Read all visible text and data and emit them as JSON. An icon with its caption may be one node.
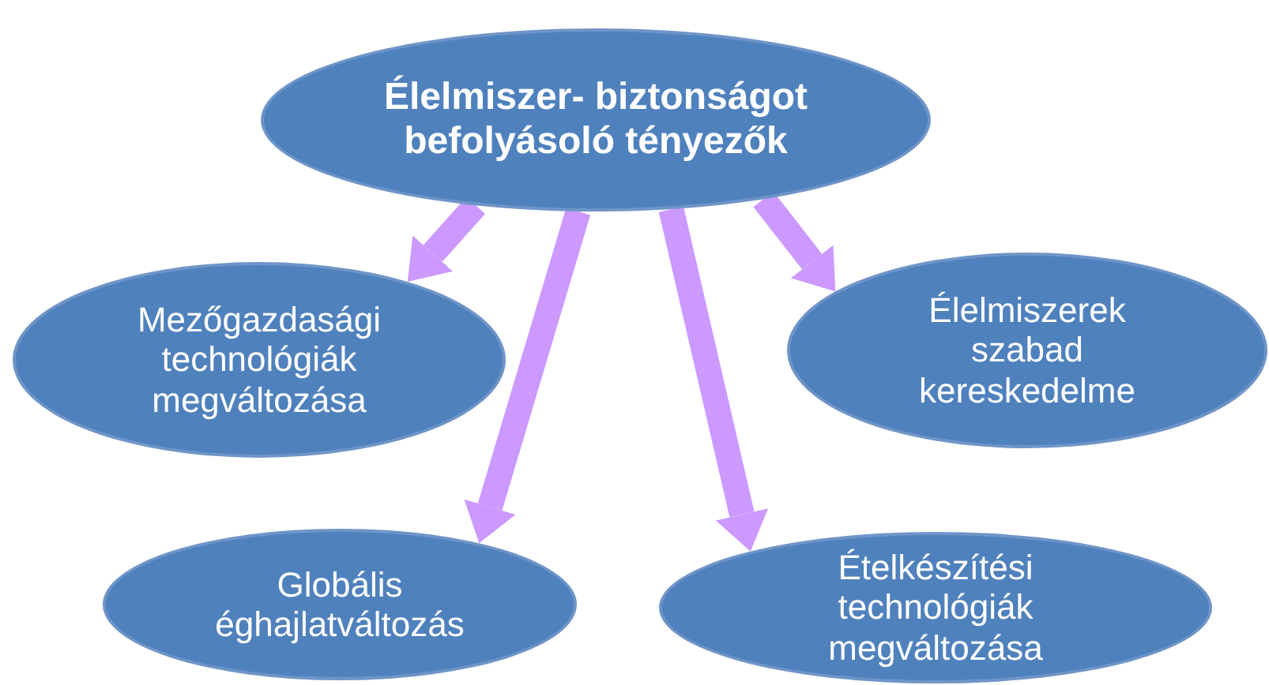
{
  "diagram": {
    "nodes": [
      {
        "text": [
          "Élelmiszer- biztonságot befolyásoló tényezők"
        ]
      },
      {
        "text": [
          "Mezőgazdasági technológiák megváltozása"
        ]
      },
      {
        "text": [
          "Élelmiszerek szabad kereskedelme"
        ]
      },
      {
        "text": [
          "Globális éghajlatváltozás"
        ]
      },
      {
        "text": [
          "Ételkészítési technológiák megváltozása"
        ]
      }
    ],
    "edges": [
      {
        "from": 0,
        "to": 1,
        "arrow": "to"
      },
      {
        "from": 0,
        "to": 3,
        "arrow": "to"
      },
      {
        "from": 0,
        "to": 4,
        "arrow": "to"
      },
      {
        "from": 0,
        "to": 2,
        "arrow": "to"
      }
    ]
  }
}
